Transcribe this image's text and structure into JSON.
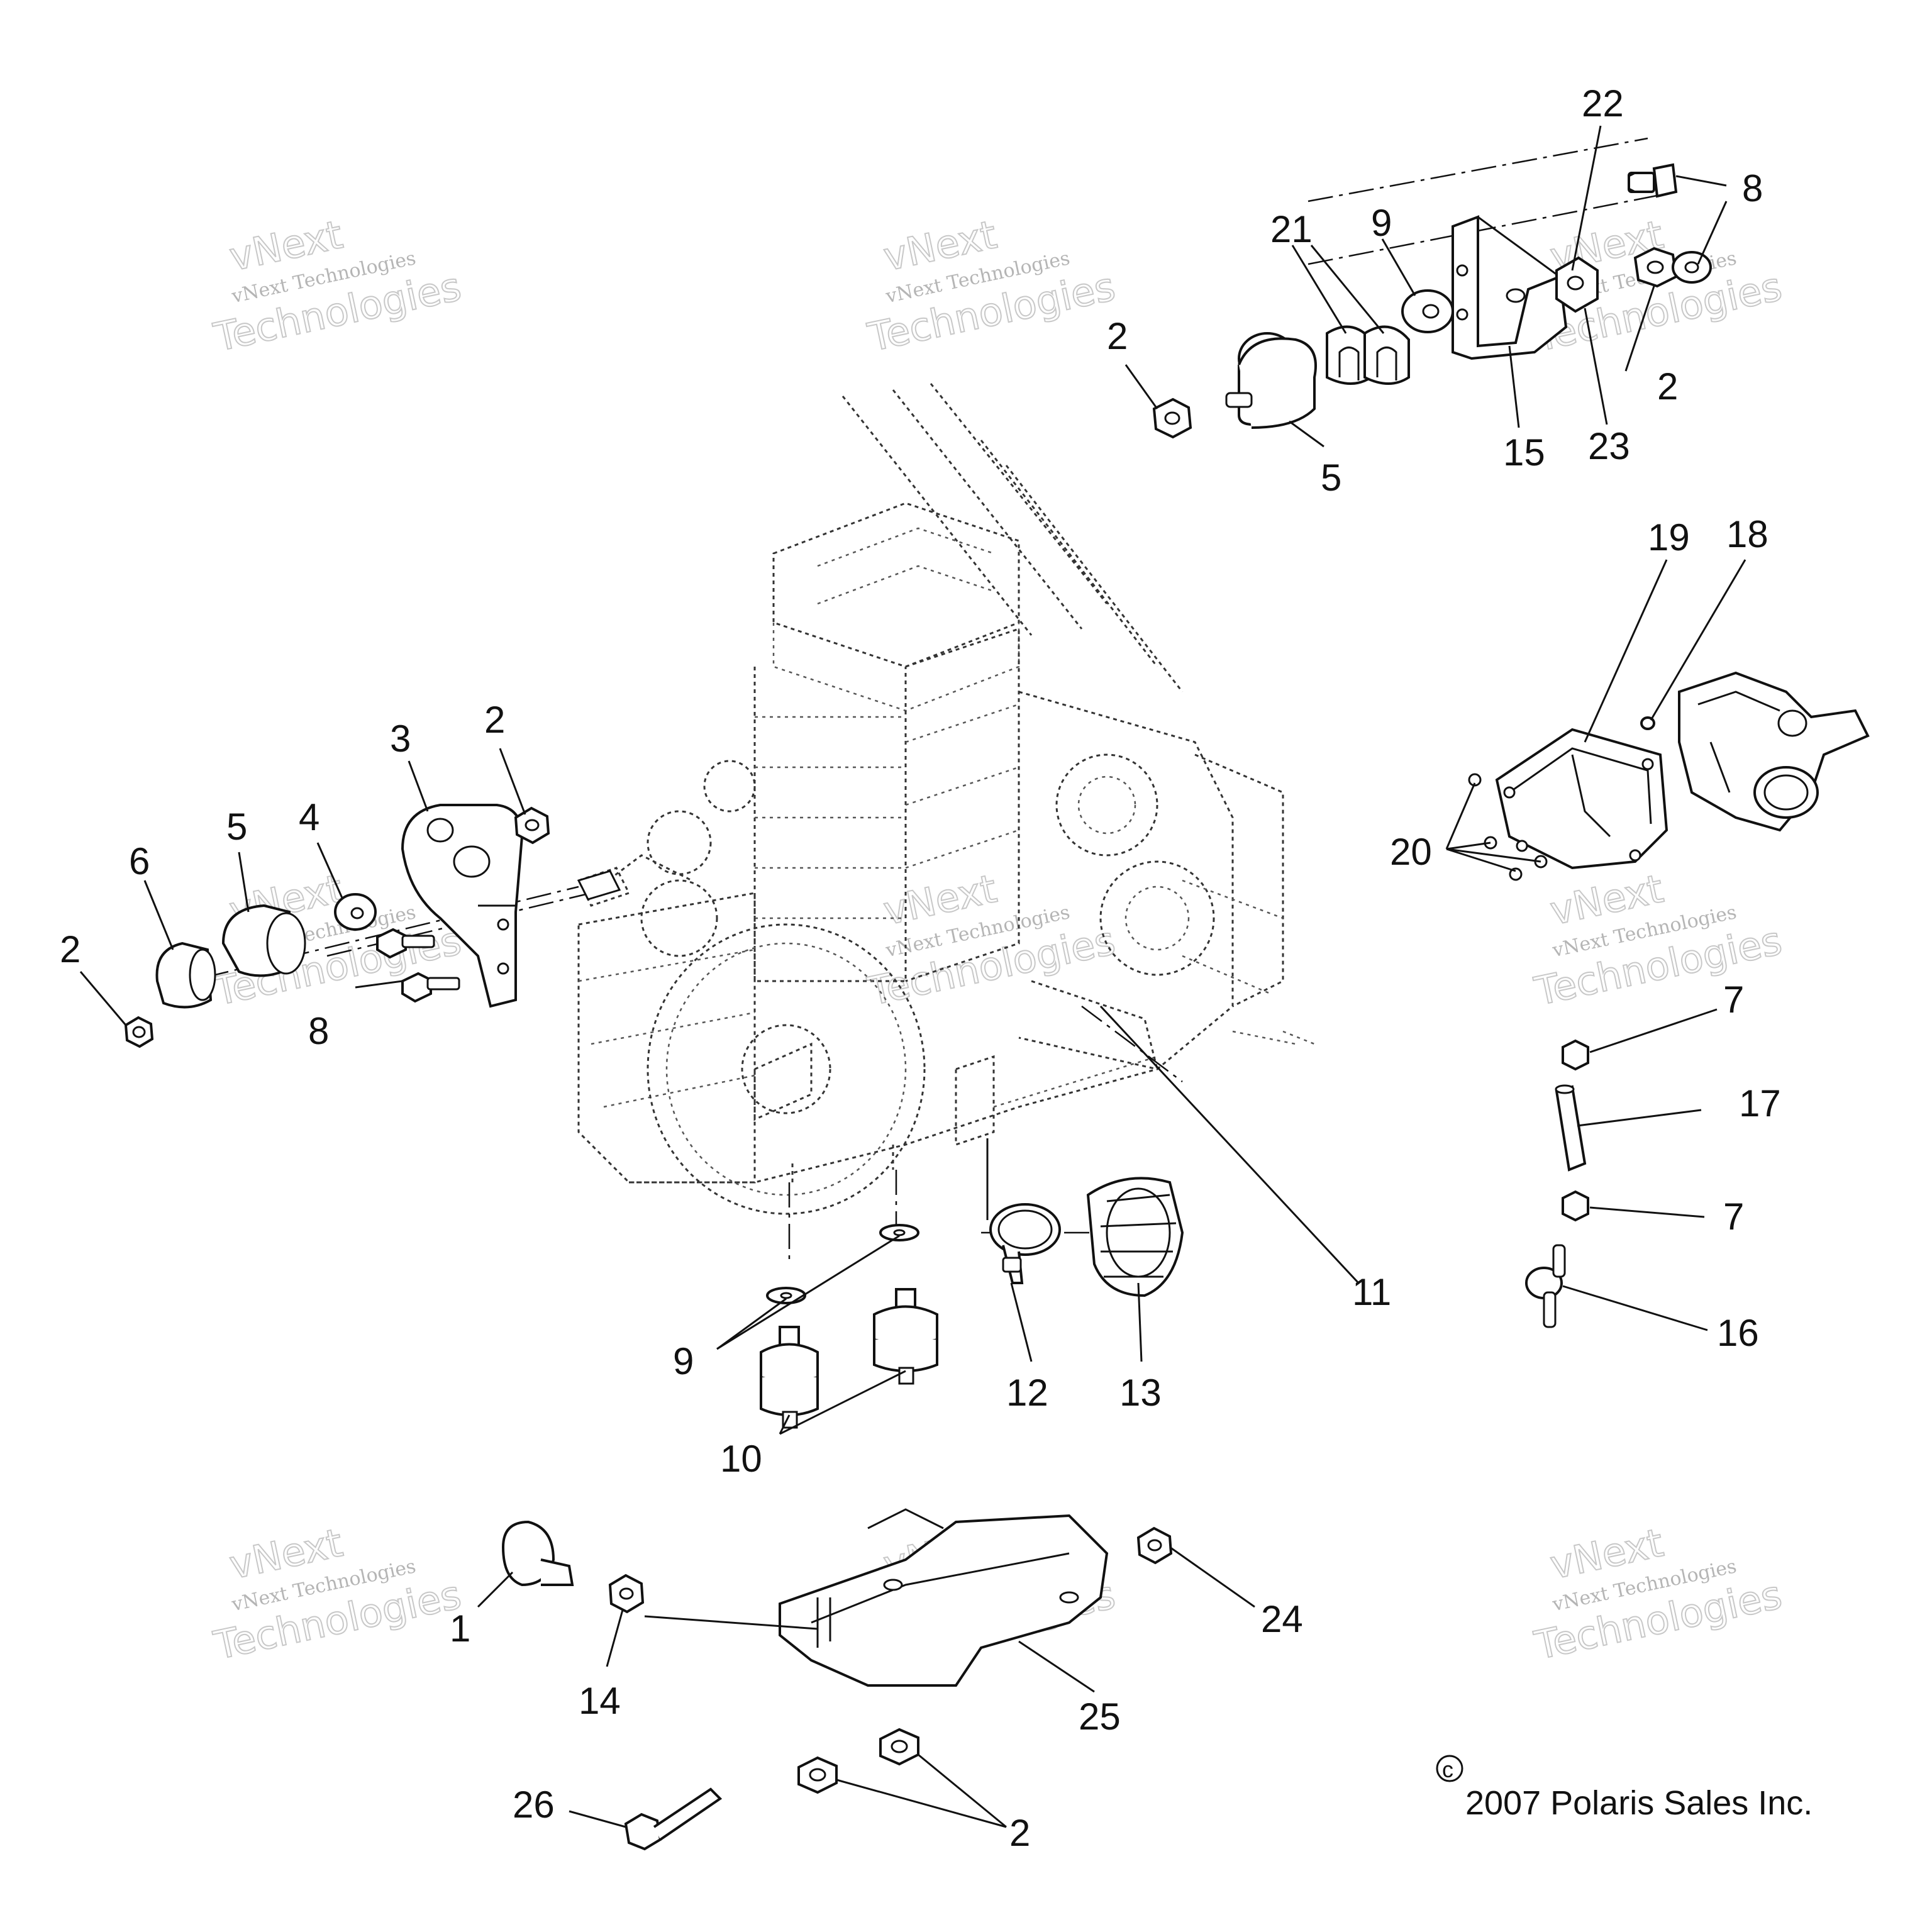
{
  "diagram": {
    "copyright_symbol": "c",
    "copyright": "2007 Polaris Sales Inc.",
    "watermark_line1": "vNext Technologies",
    "watermark_line2": "vNext",
    "watermark_line3": "Technologies"
  },
  "callouts": [
    {
      "id": "c-22",
      "label": "22"
    },
    {
      "id": "c-8-top",
      "label": "8"
    },
    {
      "id": "c-21",
      "label": "21"
    },
    {
      "id": "c-9-top",
      "label": "9"
    },
    {
      "id": "c-2-top",
      "label": "2"
    },
    {
      "id": "c-2-topright",
      "label": "2"
    },
    {
      "id": "c-15",
      "label": "15"
    },
    {
      "id": "c-23",
      "label": "23"
    },
    {
      "id": "c-5-top",
      "label": "5"
    },
    {
      "id": "c-19",
      "label": "19"
    },
    {
      "id": "c-18",
      "label": "18"
    },
    {
      "id": "c-20",
      "label": "20"
    },
    {
      "id": "c-3",
      "label": "3"
    },
    {
      "id": "c-2-left-upper",
      "label": "2"
    },
    {
      "id": "c-5-left",
      "label": "5"
    },
    {
      "id": "c-4",
      "label": "4"
    },
    {
      "id": "c-6",
      "label": "6"
    },
    {
      "id": "c-2-left",
      "label": "2"
    },
    {
      "id": "c-8-left",
      "label": "8"
    },
    {
      "id": "c-7-upper",
      "label": "7"
    },
    {
      "id": "c-17",
      "label": "17"
    },
    {
      "id": "c-7-lower",
      "label": "7"
    },
    {
      "id": "c-16",
      "label": "16"
    },
    {
      "id": "c-11",
      "label": "11"
    },
    {
      "id": "c-9-bottom",
      "label": "9"
    },
    {
      "id": "c-12",
      "label": "12"
    },
    {
      "id": "c-13",
      "label": "13"
    },
    {
      "id": "c-10",
      "label": "10"
    },
    {
      "id": "c-1",
      "label": "1"
    },
    {
      "id": "c-24",
      "label": "24"
    },
    {
      "id": "c-14",
      "label": "14"
    },
    {
      "id": "c-25",
      "label": "25"
    },
    {
      "id": "c-26",
      "label": "26"
    },
    {
      "id": "c-2-bottom",
      "label": "2"
    }
  ]
}
